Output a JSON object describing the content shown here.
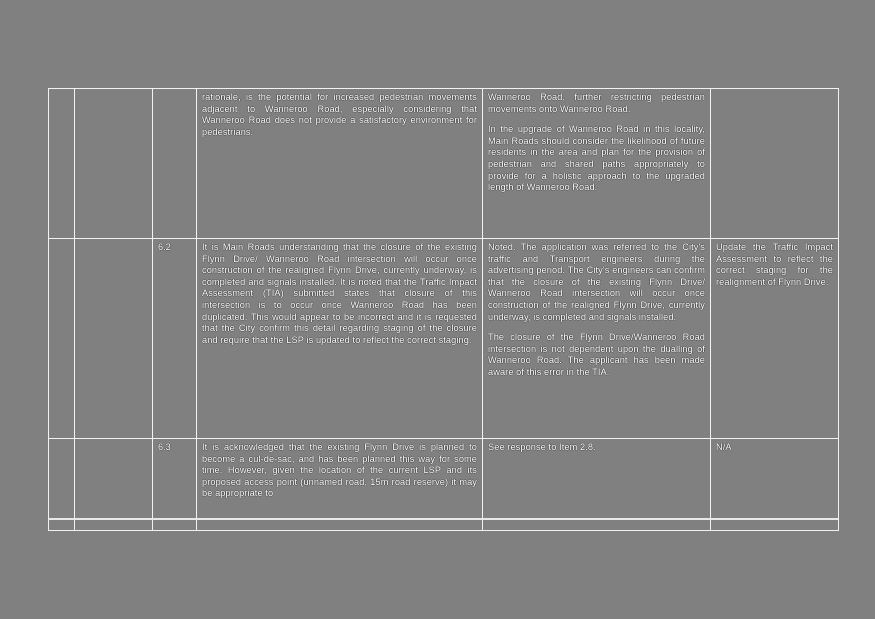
{
  "document": {
    "type": "schedule-of-submissions-table",
    "page_background": "#808080",
    "text_color": "#ffffff",
    "rule_color": "#f2f2f2",
    "heavy_rule_color": "#3a3a3a"
  },
  "table": {
    "columns": [
      {
        "key": "spine_a",
        "label": ""
      },
      {
        "key": "spine_b",
        "label": ""
      },
      {
        "key": "ref",
        "label": ""
      },
      {
        "key": "comment",
        "label": ""
      },
      {
        "key": "response",
        "label": ""
      },
      {
        "key": "action",
        "label": ""
      }
    ],
    "rows": [
      {
        "ref": "",
        "comment_paragraphs": [
          "rationale, is the potential for increased pedestrian movements adjacent to Wanneroo Road, especially considering that Wanneroo Road does not provide a satisfactory environment for pedestrians."
        ],
        "response_paragraphs": [
          "Wanneroo Road, further restricting pedestrian movements onto Wanneroo Road.",
          "In the upgrade of Wanneroo Road in this locality, Main Roads should consider the likelihood of future residents in the area and plan for the provision of pedestrian and shared paths appropriately to provide for a holistic approach to the upgraded length of Wanneroo Road."
        ],
        "action_paragraphs": []
      },
      {
        "ref": "6.2",
        "comment_paragraphs": [
          "It is Main Roads understanding that the closure of the existing Flynn Drive/ Wanneroo Road intersection will occur once construction of the realigned Flynn Drive, currently underway, is completed and signals installed. It is noted that the Traffic Impact Assessment (TIA) submitted states that closure of this intersection is to occur once Wanneroo Road has been duplicated. This would appear to be incorrect and it is requested that the City confirm this detail regarding staging of the closure and require that the LSP is updated to reflect the correct staging."
        ],
        "response_paragraphs": [
          "Noted. The application was referred to the City's traffic and Transport engineers during the advertising period. The City's engineers can confirm that the closure of the existing Flynn Drive/ Wanneroo Road intersection will occur once construction of the realigned Flynn Drive, currently underway, is completed and signals installed.",
          "The closure of the Flynn Drive/Wanneroo Road intersection is not dependent upon the dualling of Wanneroo Road. The applicant has been made aware of this error in the TIA."
        ],
        "action_paragraphs": [
          "Update the Traffic Impact Assessment to reflect the correct staging for the realignment of Flynn Drive."
        ]
      },
      {
        "ref": "6.3",
        "comment_paragraphs": [
          "It is acknowledged that the existing Flynn Drive is planned to become a cul-de-sac, and has been planned this way for some time. However, given the location of the current LSP and its proposed access point (unnamed road, 15m road reserve) it may be appropriate to"
        ],
        "response_paragraphs": [
          "See response to Item 2.8."
        ],
        "action_paragraphs": [
          "N/A"
        ]
      }
    ]
  }
}
